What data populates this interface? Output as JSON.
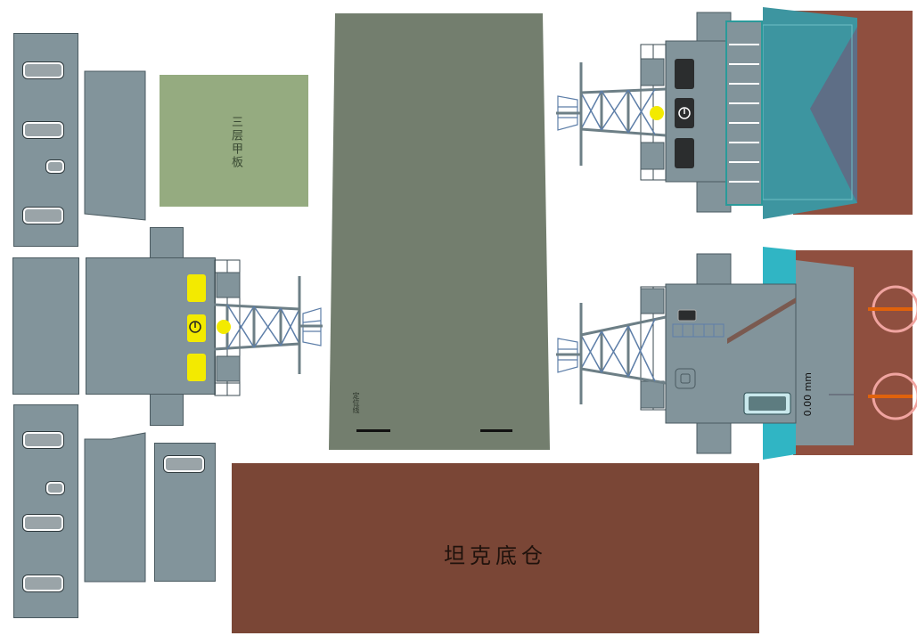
{
  "labels": {
    "deck3": "三层甲板",
    "positioning_line": "定位线",
    "tank_bottom": "坦克底仓",
    "dimension": "0.00 mm"
  },
  "colors": {
    "panel_grey": "#82949b",
    "deck_green": "#95ab80",
    "hull_green": "#737e6e",
    "tank_brown": "#7a4636",
    "hull_red": "#8f4f3f",
    "teal": "#3b9ea3",
    "yellow": "#f3ea00",
    "tower_blue": "#5d7ea8"
  }
}
